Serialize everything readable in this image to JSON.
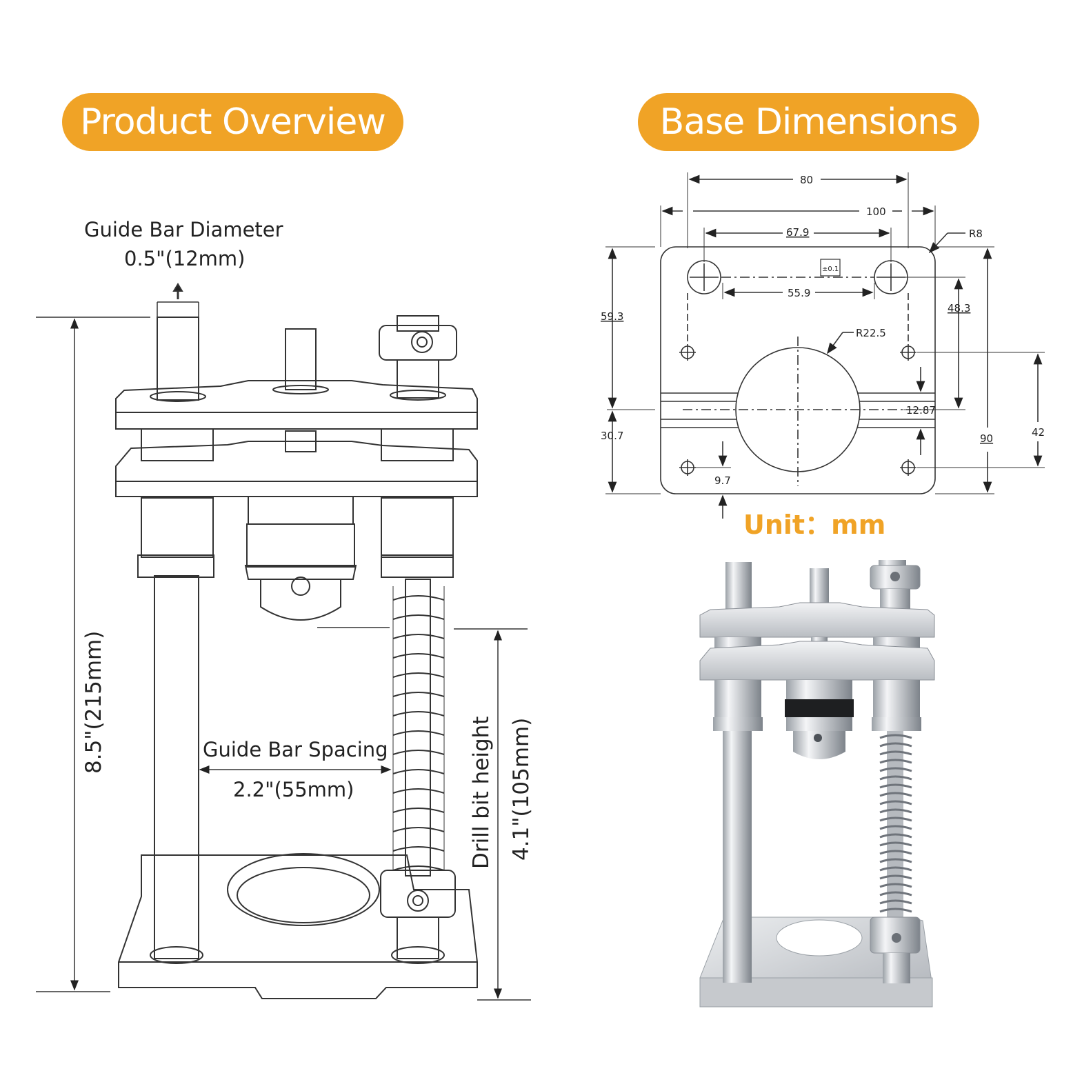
{
  "colors": {
    "accent": "#F0A326",
    "line": "#333333",
    "metal_light": "#e9ebee",
    "metal_dark": "#8a8f96"
  },
  "headers": {
    "left": "Product Overview",
    "right": "Base Dimensions"
  },
  "overview": {
    "guide_bar_diameter_title": "Guide Bar Diameter",
    "guide_bar_diameter_value": "0.5\"(12mm)",
    "total_height": "8.5\"(215mm)",
    "guide_bar_spacing_title": "Guide Bar Spacing",
    "guide_bar_spacing_value": "2.2\"(55mm)",
    "drill_bit_height_title": "Drill bit height",
    "drill_bit_height_value": "4.1\"(105mm)"
  },
  "base_dimensions": {
    "unit": "Unit：mm",
    "labels": {
      "d80": "80",
      "d100": "100",
      "d67_9": "67.9",
      "r8": "R8",
      "tol": "±0.1",
      "d55_9": "55.9",
      "d59_3": "59.3",
      "d48_3": "48.3",
      "r22_5": "R22.5",
      "d12_87": "12.87",
      "d30_7": "30.7",
      "d90": "90",
      "d42": "42",
      "d9_7": "9.7"
    }
  },
  "icons": {
    "product_render": "drill-stand-photo",
    "line_drawing": "drill-stand-line-drawing",
    "arrow": "up-arrow-icon"
  }
}
